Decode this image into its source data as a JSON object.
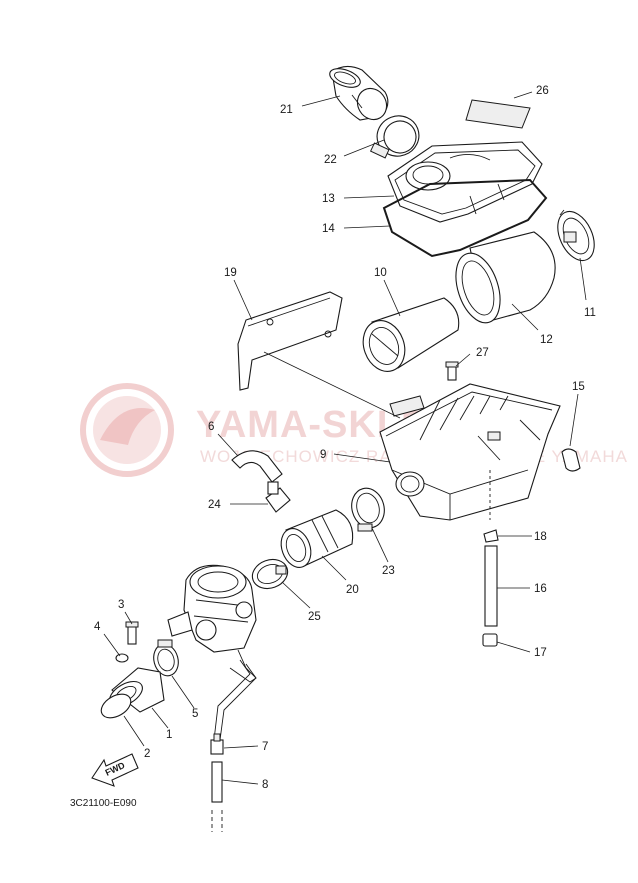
{
  "diagram": {
    "code": "3C21100-E090",
    "fwd_label": "FWD",
    "watermark": {
      "brand": "YAMA-SKLEP.PL",
      "sub": "WOJCIECHOWICZ RAFAŁ MOTOCYKLE YAMAHA"
    },
    "callouts": [
      {
        "id": "c1",
        "label": "1"
      },
      {
        "id": "c2",
        "label": "2"
      },
      {
        "id": "c3",
        "label": "3"
      },
      {
        "id": "c4",
        "label": "4"
      },
      {
        "id": "c5",
        "label": "5"
      },
      {
        "id": "c6",
        "label": "6"
      },
      {
        "id": "c7",
        "label": "7"
      },
      {
        "id": "c8",
        "label": "8"
      },
      {
        "id": "c9",
        "label": "9"
      },
      {
        "id": "c10",
        "label": "10"
      },
      {
        "id": "c11",
        "label": "11"
      },
      {
        "id": "c12",
        "label": "12"
      },
      {
        "id": "c13",
        "label": "13"
      },
      {
        "id": "c14",
        "label": "14"
      },
      {
        "id": "c15",
        "label": "15"
      },
      {
        "id": "c16",
        "label": "16"
      },
      {
        "id": "c17",
        "label": "17"
      },
      {
        "id": "c18",
        "label": "18"
      },
      {
        "id": "c19",
        "label": "19"
      },
      {
        "id": "c20",
        "label": "20"
      },
      {
        "id": "c21",
        "label": "21"
      },
      {
        "id": "c22",
        "label": "22"
      },
      {
        "id": "c23",
        "label": "23"
      },
      {
        "id": "c24",
        "label": "24"
      },
      {
        "id": "c25",
        "label": "25"
      },
      {
        "id": "c26",
        "label": "26"
      },
      {
        "id": "c27",
        "label": "27"
      }
    ]
  }
}
